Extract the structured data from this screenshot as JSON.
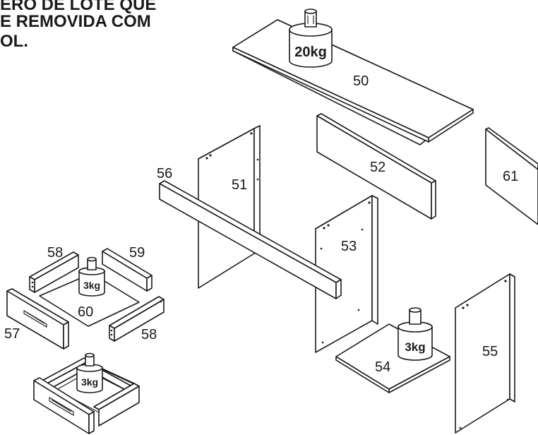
{
  "header": {
    "line1": "ERO DE LOTE QUE",
    "line2": "E REMOVIDA COM",
    "line3": "OL."
  },
  "parts": {
    "p50": "50",
    "p51": "51",
    "p52": "52",
    "p53": "53",
    "p54": "54",
    "p55": "55",
    "p56": "56",
    "p57": "57",
    "p58a": "58",
    "p58b": "58",
    "p59": "59",
    "p60": "60",
    "p61": "61"
  },
  "weights": {
    "top": "20kg",
    "base": "3kg",
    "shelf": "3kg",
    "drawer": "3kg"
  }
}
